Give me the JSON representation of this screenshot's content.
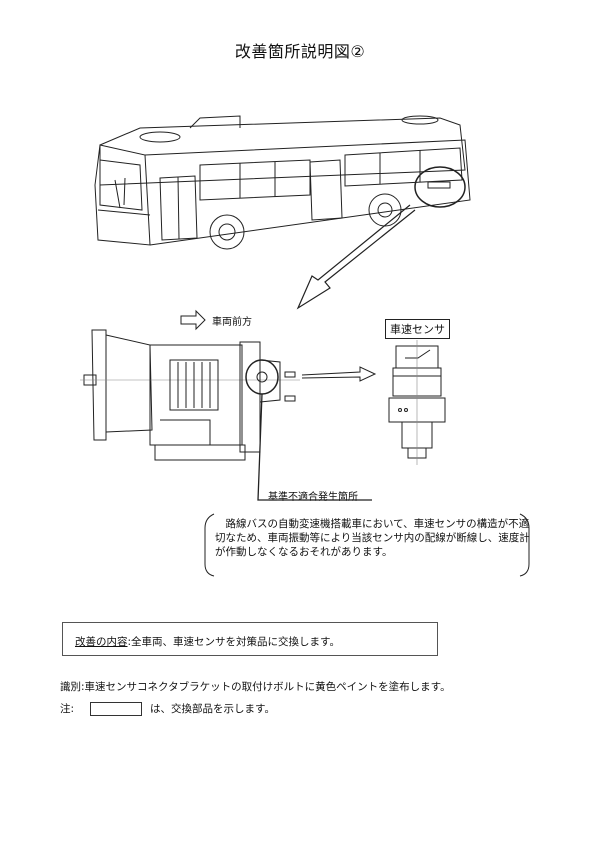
{
  "title": "改善箇所説明図②",
  "diagram": {
    "front_label": "車両前方",
    "sensor_label": "車速センサ",
    "defect_label": "基準不適合発生箇所"
  },
  "description": "路線バスの自動変速機搭載車において、車速センサの構造が不適切なため、車両振動等により当該センサ内の配線が断線し、速度計が作動しなくなるおそれがあります。",
  "improvement": {
    "heading": "改善の内容",
    "separator": ":",
    "text": "全車両、車速センサを対策品に交換します。"
  },
  "identification": "識別:車速センサコネクタブラケットの取付けボルトに黄色ペイントを塗布します。",
  "note": {
    "prefix": "注:",
    "text": "は、交換部品を示します。"
  }
}
